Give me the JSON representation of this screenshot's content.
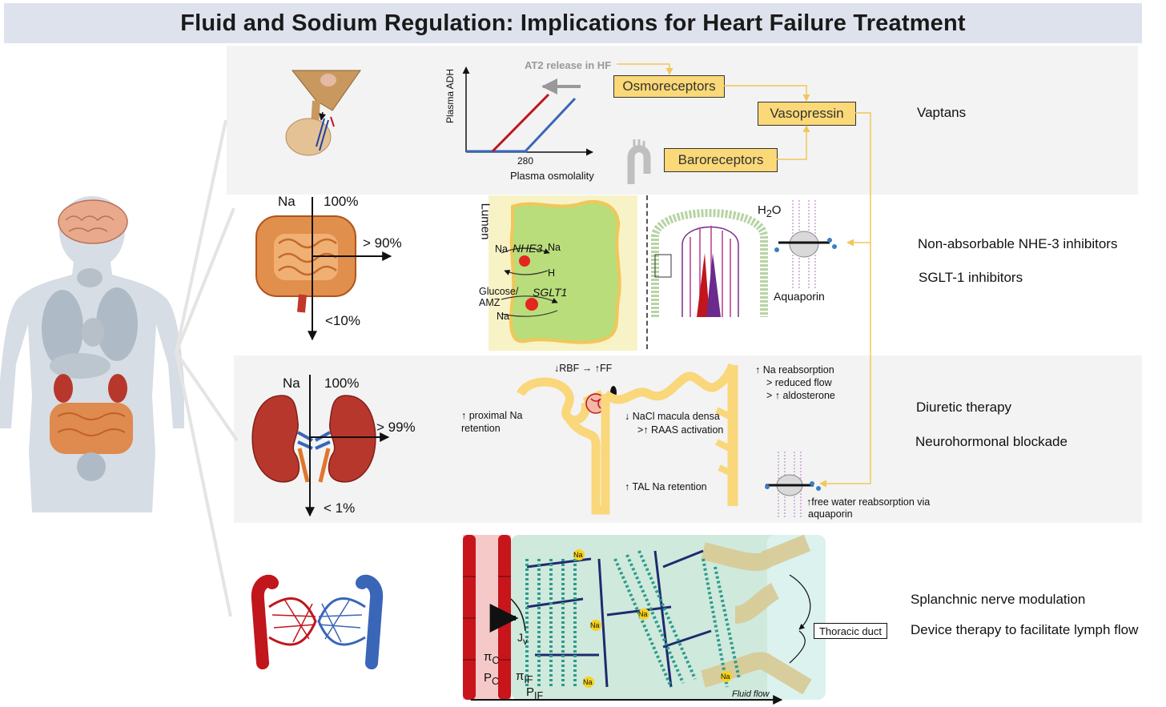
{
  "title": "Fluid and Sodium Regulation: Implications for Heart Failure Treatment",
  "row1": {
    "at2_label": "AT2 release in HF",
    "y_axis": "Plasma ADH",
    "x_axis": "Plasma osmolality",
    "x_tick": "280",
    "osmoreceptors": "Osmoreceptors",
    "vasopressin": "Vasopressin",
    "baroreceptors": "Baroreceptors",
    "treatment": "Vaptans"
  },
  "row2": {
    "na": "Na",
    "pct_top": "100%",
    "pct_right": "> 90%",
    "pct_bottom": "<10%",
    "lumen": "Lumen",
    "nhe3": "NHE3",
    "na_left": "Na",
    "na_right": "Na",
    "h": "H",
    "glucose": "Glucose/",
    "amz": "AMZ",
    "sglt1": "SGLT1",
    "na_bottom": "Na",
    "h2o": "H",
    "h2o_sub": "2",
    "h2o_o": "O",
    "aquaporin": "Aquaporin",
    "treatment1": "Non-absorbable NHE-3 inhibitors",
    "treatment2": "SGLT-1 inhibitors"
  },
  "row3": {
    "na": "Na",
    "pct_top": "100%",
    "pct_right": "> 99%",
    "pct_bottom": "< 1%",
    "rbf": "RBF →  ",
    "ff": "FF",
    "proximal1": "proximal Na",
    "proximal2": "retention",
    "macula1": "NaCl macula densa",
    "macula2": ">",
    "macula3": "RAAS activation",
    "tal": "TAL Na retention",
    "na_reabs1": "Na reabsorption",
    "na_reabs2": "> reduced flow",
    "na_reabs3": ">",
    "na_reabs4": "aldosterone",
    "free_water1": "free water reabsorption via",
    "free_water2": "aquaporin",
    "treatment1": "Diuretic therapy",
    "treatment2": "Neurohormonal blockade"
  },
  "row4": {
    "jv": "J",
    "jv_sub": "v",
    "pi_c": "π",
    "pi_c_sub": "C",
    "p_c": "P",
    "p_c_sub": "C",
    "pi_if": "π",
    "pi_if_sub": "IF",
    "p_if": "P",
    "p_if_sub": "IF",
    "na_badge": "Na",
    "fluid_flow": "Fluid flow",
    "thoracic_duct": "Thoracic duct",
    "treatment1": "Splanchnic nerve modulation",
    "treatment2": "Device therapy to facilitate lymph flow"
  },
  "colors": {
    "title_bar": "#dde2ec",
    "band": "#f3f3f3",
    "yellow_box": "#fbd978",
    "arrow_yellow": "#f2c65a",
    "red_line": "#c0161c",
    "blue_line": "#3a66b8",
    "tubule": "#f9d77a",
    "interstitium": "#cfe9dc"
  }
}
